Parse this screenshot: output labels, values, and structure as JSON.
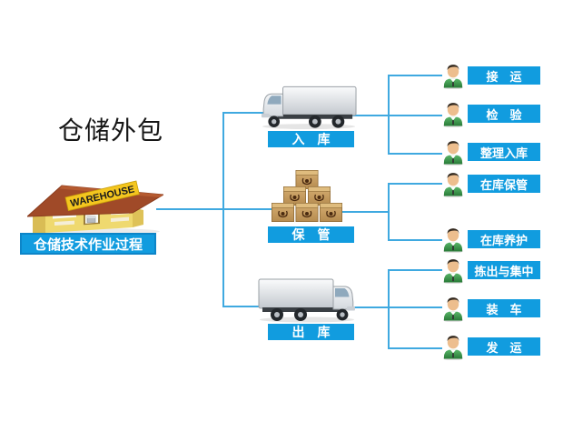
{
  "title": "仓储外包",
  "warehouse": {
    "banner": "WAREHOUSE",
    "caption": "仓储技术作业过程"
  },
  "stages": [
    {
      "name": "inbound",
      "label": "入　库",
      "icon": "truck-left-icon",
      "tasks": [
        {
          "label": "接　运"
        },
        {
          "label": "检　验"
        },
        {
          "label": "整理入库"
        }
      ]
    },
    {
      "name": "storage",
      "label": "保　管",
      "icon": "carton-stack-icon",
      "tasks": [
        {
          "label": "在库保管"
        },
        {
          "label": "在库养护"
        }
      ]
    },
    {
      "name": "outbound",
      "label": "出　库",
      "icon": "truck-right-icon",
      "tasks": [
        {
          "label": "拣出与集中"
        },
        {
          "label": "装　车"
        },
        {
          "label": "发　运"
        }
      ]
    }
  ],
  "colors": {
    "connector_line": "#3fa9e0",
    "label_background": "#119cdf",
    "label_text": "#ffffff",
    "caption_border": "#0d85c8",
    "person_green": "#3e9c4c",
    "carton_tan": "#c79f62",
    "roof_brown": "#a04a28",
    "banner_yellow": "#f4c61f"
  }
}
